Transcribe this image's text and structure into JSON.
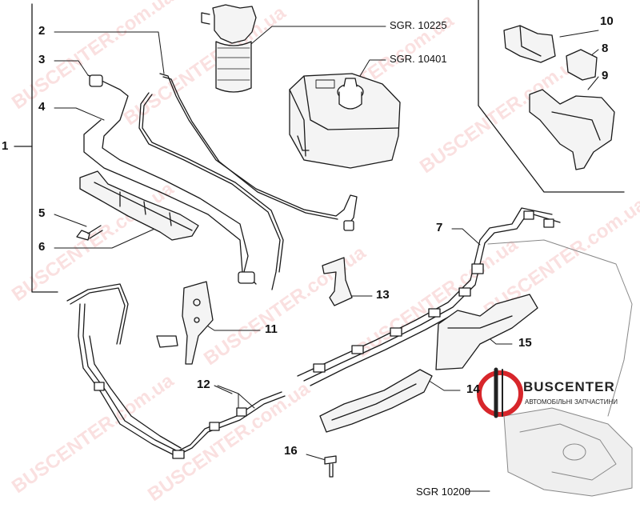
{
  "callouts": {
    "c1": "1",
    "c2": "2",
    "c3": "3",
    "c4": "4",
    "c5": "5",
    "c6": "6",
    "c7": "7",
    "c8": "8",
    "c9": "9",
    "c10": "10",
    "c11": "11",
    "c12": "12",
    "c13": "13",
    "c14": "14",
    "c15": "15",
    "c16": "16"
  },
  "references": {
    "sgr_10225": "SGR. 10225",
    "sgr_10401": "SGR. 10401",
    "sgr_10200": "SGR 10200"
  },
  "logo": {
    "title": "BUSCENTER",
    "subtitle": "АВТОМОБІЛЬНІ ЗАПЧАСТИНИ"
  },
  "watermark": {
    "text": "BUSCENTER.com.ua",
    "color": "#e03c3c"
  },
  "colors": {
    "line": "#1a1a1a",
    "part_fill": "#f4f4f4",
    "logo_red": "#d7262b",
    "logo_dark": "#222222"
  }
}
